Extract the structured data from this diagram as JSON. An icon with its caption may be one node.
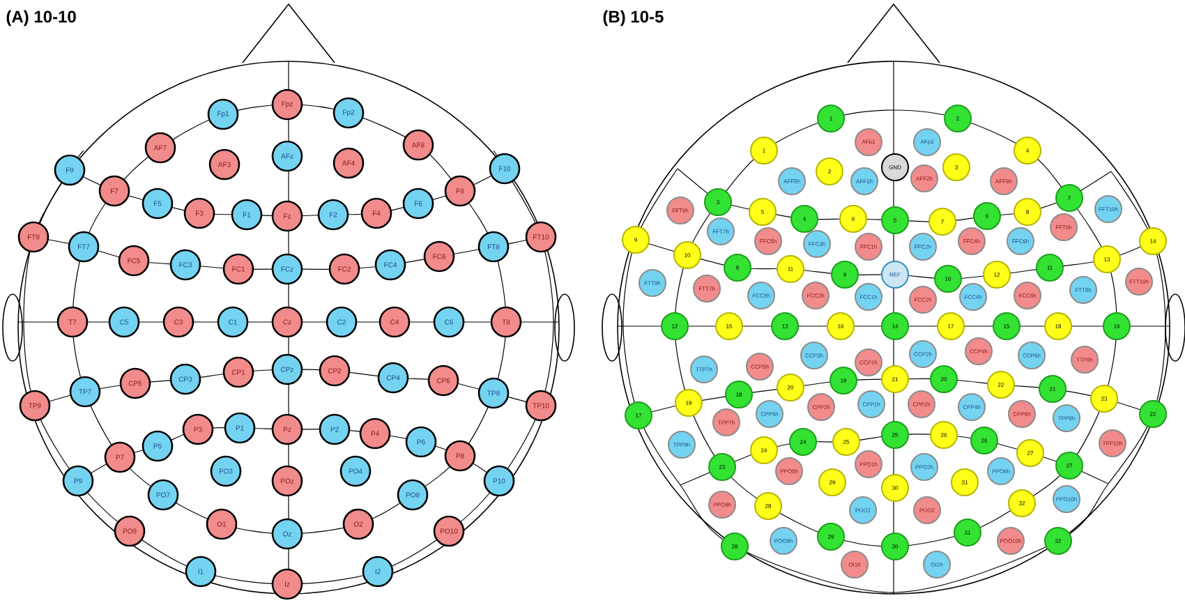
{
  "diagram": {
    "nodes": [
      {
        "text": [
          "Fp1"
        ]
      },
      {
        "text": [
          "Fpz"
        ]
      },
      {
        "text": [
          "Fp2"
        ]
      },
      {
        "text": [
          "AF7"
        ]
      },
      {
        "text": [
          "AF3"
        ]
      },
      {
        "text": [
          "AFz"
        ]
      },
      {
        "text": [
          "AF4"
        ]
      },
      {
        "text": [
          "AF8"
        ]
      },
      {
        "text": [
          "F9"
        ]
      },
      {
        "text": [
          "F7"
        ]
      },
      {
        "text": [
          "F5"
        ]
      },
      {
        "text": [
          "F3"
        ]
      },
      {
        "text": [
          "F1"
        ]
      },
      {
        "text": [
          "Fz"
        ]
      },
      {
        "text": [
          "F2"
        ]
      },
      {
        "text": [
          "F4"
        ]
      },
      {
        "text": [
          "F6"
        ]
      },
      {
        "text": [
          "F8"
        ]
      },
      {
        "text": [
          "F10"
        ]
      },
      {
        "text": [
          "FT9"
        ]
      },
      {
        "text": [
          "FT7"
        ]
      },
      {
        "text": [
          "FC5"
        ]
      },
      {
        "text": [
          "FC3"
        ]
      },
      {
        "text": [
          "FC1"
        ]
      },
      {
        "text": [
          "FCz"
        ]
      },
      {
        "text": [
          "FC2"
        ]
      },
      {
        "text": [
          "FC4"
        ]
      },
      {
        "text": [
          "FC6"
        ]
      },
      {
        "text": [
          "FT8"
        ]
      },
      {
        "text": [
          "FT10"
        ]
      },
      {
        "text": [
          "T7"
        ]
      },
      {
        "text": [
          "C5"
        ]
      },
      {
        "text": [
          "C3"
        ]
      },
      {
        "text": [
          "C1"
        ]
      },
      {
        "text": [
          "Cz"
        ]
      },
      {
        "text": [
          "C2"
        ]
      },
      {
        "text": [
          "C4"
        ]
      },
      {
        "text": [
          "C6"
        ]
      },
      {
        "text": [
          "T8"
        ]
      },
      {
        "text": [
          "TP9"
        ]
      },
      {
        "text": [
          "TP7"
        ]
      },
      {
        "text": [
          "CP5"
        ]
      },
      {
        "text": [
          "CP3"
        ]
      },
      {
        "text": [
          "CP1"
        ]
      },
      {
        "text": [
          "CPz"
        ]
      },
      {
        "text": [
          "CP2"
        ]
      },
      {
        "text": [
          "CP4"
        ]
      },
      {
        "text": [
          "CP6"
        ]
      },
      {
        "text": [
          "TP8"
        ]
      },
      {
        "text": [
          "TP10"
        ]
      },
      {
        "text": [
          "P9"
        ]
      },
      {
        "text": [
          "P7"
        ]
      },
      {
        "text": [
          "P5"
        ]
      },
      {
        "text": [
          "P3"
        ]
      },
      {
        "text": [
          "P1"
        ]
      },
      {
        "text": [
          "Pz"
        ]
      },
      {
        "text": [
          "P2"
        ]
      },
      {
        "text": [
          "P4"
        ]
      },
      {
        "text": [
          "P6"
        ]
      },
      {
        "text": [
          "P8"
        ]
      },
      {
        "text": [
          "P10"
        ]
      },
      {
        "text": [
          "PO3"
        ]
      },
      {
        "text": [
          "POz"
        ]
      },
      {
        "text": [
          "PO4"
        ]
      },
      {
        "text": [
          "PO7"
        ]
      },
      {
        "text": [
          "PO8"
        ]
      },
      {
        "text": [
          "PO9"
        ]
      },
      {
        "text": [
          "O1"
        ]
      },
      {
        "text": [
          "Oz"
        ]
      },
      {
        "text": [
          "O2"
        ]
      },
      {
        "text": [
          "PO10"
        ]
      },
      {
        "text": [
          "I1"
        ]
      },
      {
        "text": [
          "Iz"
        ]
      },
      {
        "text": [
          "I2"
        ]
      },
      {
        "text": [
          "1"
        ]
      },
      {
        "text": [
          "2"
        ]
      },
      {
        "text": [
          "AFp1"
        ]
      },
      {
        "text": [
          "AFp2"
        ]
      },
      {
        "text": [
          "1"
        ]
      },
      {
        "text": [
          "4"
        ]
      },
      {
        "text": [
          "GND"
        ]
      },
      {
        "text": [
          "2"
        ]
      },
      {
        "text": [
          "3"
        ]
      },
      {
        "text": [
          "AFF5h"
        ]
      },
      {
        "text": [
          "AFF1h"
        ]
      },
      {
        "text": [
          "AFF2h"
        ]
      },
      {
        "text": [
          "AFF6h"
        ]
      },
      {
        "text": [
          "3"
        ]
      },
      {
        "text": [
          "7"
        ]
      },
      {
        "text": [
          "FFT9h"
        ]
      },
      {
        "text": [
          "5"
        ]
      },
      {
        "text": [
          "4"
        ]
      },
      {
        "text": [
          "6"
        ]
      },
      {
        "text": [
          "5"
        ]
      },
      {
        "text": [
          "7"
        ]
      },
      {
        "text": [
          "6"
        ]
      },
      {
        "text": [
          "8"
        ]
      },
      {
        "text": [
          "FFT10h"
        ]
      },
      {
        "text": [
          "FFT7h"
        ]
      },
      {
        "text": [
          "FFC5h"
        ]
      },
      {
        "text": [
          "FFC3h"
        ]
      },
      {
        "text": [
          "FFC1h"
        ]
      },
      {
        "text": [
          "FFC2h"
        ]
      },
      {
        "text": [
          "FFC4h"
        ]
      },
      {
        "text": [
          "FFC6h"
        ]
      },
      {
        "text": [
          "FFT8h"
        ]
      },
      {
        "text": [
          "9"
        ]
      },
      {
        "text": [
          "14"
        ]
      },
      {
        "text": [
          "10"
        ]
      },
      {
        "text": [
          "8"
        ]
      },
      {
        "text": [
          "11"
        ]
      },
      {
        "text": [
          "9"
        ]
      },
      {
        "text": [
          "REF"
        ]
      },
      {
        "text": [
          "10"
        ]
      },
      {
        "text": [
          "12"
        ]
      },
      {
        "text": [
          "11"
        ]
      },
      {
        "text": [
          "13"
        ]
      },
      {
        "text": [
          "FTT9h"
        ]
      },
      {
        "text": [
          "FTT7h"
        ]
      },
      {
        "text": [
          "FCC5h"
        ]
      },
      {
        "text": [
          "FCC3h"
        ]
      },
      {
        "text": [
          "FCC1h"
        ]
      },
      {
        "text": [
          "FCC2h"
        ]
      },
      {
        "text": [
          "FCC4h"
        ]
      },
      {
        "text": [
          "FCC6h"
        ]
      },
      {
        "text": [
          "FTT8h"
        ]
      },
      {
        "text": [
          "FTT10h"
        ]
      },
      {
        "text": [
          "12"
        ]
      },
      {
        "text": [
          "15"
        ]
      },
      {
        "text": [
          "13"
        ]
      },
      {
        "text": [
          "16"
        ]
      },
      {
        "text": [
          "14"
        ]
      },
      {
        "text": [
          "17"
        ]
      },
      {
        "text": [
          "15"
        ]
      },
      {
        "text": [
          "18"
        ]
      },
      {
        "text": [
          "16"
        ]
      },
      {
        "text": [
          "CCP3h"
        ]
      },
      {
        "text": [
          "CCP2h"
        ]
      },
      {
        "text": [
          "CCP4h"
        ]
      },
      {
        "text": [
          "CCP6h"
        ]
      },
      {
        "text": [
          "TTP8h"
        ]
      },
      {
        "text": [
          "CCP5h"
        ]
      },
      {
        "text": [
          "TTP7h"
        ]
      },
      {
        "text": [
          "CCP1h"
        ]
      },
      {
        "text": [
          "21"
        ]
      },
      {
        "text": [
          "19"
        ]
      },
      {
        "text": [
          "20"
        ]
      },
      {
        "text": [
          "20"
        ]
      },
      {
        "text": [
          "22"
        ]
      },
      {
        "text": [
          "21"
        ]
      },
      {
        "text": [
          "18"
        ]
      },
      {
        "text": [
          "23"
        ]
      },
      {
        "text": [
          "19"
        ]
      },
      {
        "text": [
          "CPP1h"
        ]
      },
      {
        "text": [
          "CPP3h"
        ]
      },
      {
        "text": [
          "CPP2h"
        ]
      },
      {
        "text": [
          "CPP4h"
        ]
      },
      {
        "text": [
          "CPP5h"
        ]
      },
      {
        "text": [
          "CPP6h"
        ]
      },
      {
        "text": [
          "17"
        ]
      },
      {
        "text": [
          "22"
        ]
      },
      {
        "text": [
          "TPP7h"
        ]
      },
      {
        "text": [
          "TPP8h"
        ]
      },
      {
        "text": [
          "25"
        ]
      },
      {
        "text": [
          "26"
        ]
      },
      {
        "text": [
          "26"
        ]
      },
      {
        "text": [
          "25"
        ]
      },
      {
        "text": [
          "24"
        ]
      },
      {
        "text": [
          "24"
        ]
      },
      {
        "text": [
          "TPP9h"
        ]
      },
      {
        "text": [
          "TPP10h"
        ]
      },
      {
        "text": [
          "27"
        ]
      },
      {
        "text": [
          "PPO1h"
        ]
      },
      {
        "text": [
          "PPO2h"
        ]
      },
      {
        "text": [
          "23"
        ]
      },
      {
        "text": [
          "27"
        ]
      },
      {
        "text": [
          "PPO5h"
        ]
      },
      {
        "text": [
          "PPO6h"
        ]
      },
      {
        "text": [
          "29"
        ]
      },
      {
        "text": [
          "31"
        ]
      },
      {
        "text": [
          "30"
        ]
      },
      {
        "text": [
          "PPO9h"
        ]
      },
      {
        "text": [
          "28"
        ]
      },
      {
        "text": [
          "32"
        ]
      },
      {
        "text": [
          "PPO10h"
        ]
      },
      {
        "text": [
          "POO1"
        ]
      },
      {
        "text": [
          "POO2"
        ]
      },
      {
        "text": [
          "31"
        ]
      },
      {
        "text": [
          "29"
        ]
      },
      {
        "text": [
          "POO9h"
        ]
      },
      {
        "text": [
          "POO10h"
        ]
      },
      {
        "text": [
          "32"
        ]
      },
      {
        "text": [
          "28"
        ]
      },
      {
        "text": [
          "30"
        ]
      },
      {
        "text": [
          "OI1h"
        ]
      },
      {
        "text": [
          "OI2h"
        ]
      }
    ],
    "labels": [
      "(A) 10-10",
      "(B) 10-5"
    ]
  }
}
